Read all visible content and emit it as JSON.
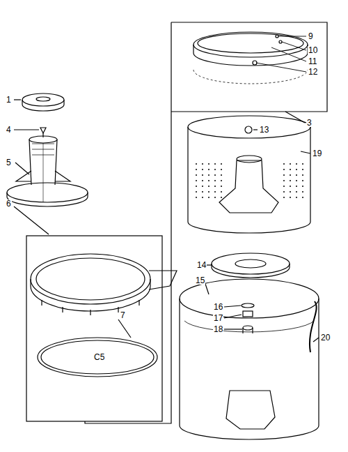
{
  "diagram": {
    "labels": [
      "1",
      "4",
      "5",
      "6",
      "7",
      "C5",
      "9",
      "10",
      "11",
      "12",
      "3",
      "13",
      "19",
      "14",
      "15",
      "16",
      "17",
      "18",
      "20"
    ]
  }
}
